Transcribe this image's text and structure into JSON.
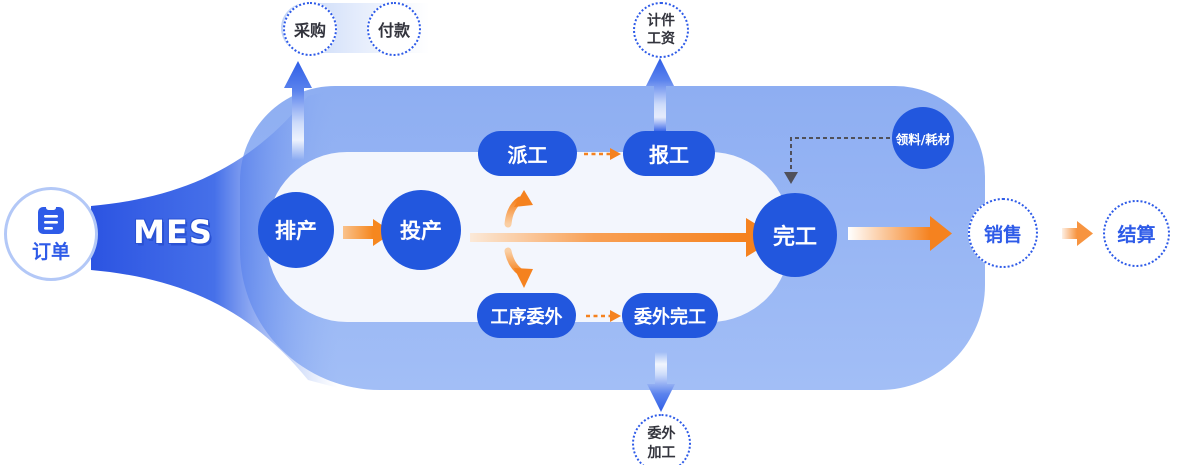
{
  "nodes": {
    "order": {
      "label": "订单"
    },
    "mes": {
      "label": "MES"
    },
    "procurement": {
      "label": "采购"
    },
    "payment": {
      "label": "付款"
    },
    "piece_wage": {
      "line1": "计件",
      "line2": "工资"
    },
    "materials": {
      "label": "领料/耗材"
    },
    "scheduling": {
      "label": "排产"
    },
    "production": {
      "label": "投产"
    },
    "dispatch": {
      "label": "派工"
    },
    "work_report": {
      "label": "报工"
    },
    "process_outsourcing": {
      "label": "工序委外"
    },
    "outsourcing_complete": {
      "label": "委外完工"
    },
    "complete": {
      "label": "完工"
    },
    "sales": {
      "label": "销售"
    },
    "settlement": {
      "label": "结算"
    },
    "outsourced_processing": {
      "line1": "委外",
      "line2": "加工"
    }
  },
  "colors": {
    "node_blue": "#2257DE",
    "funnel_blue": "#2C54E2",
    "blob_light_blue": "#8FAFF2",
    "inner_panel": "#F3F6FD",
    "accent_orange": "#F5821F",
    "dotted_border_blue": "#2E5BE8",
    "dashed_gray": "#50505A",
    "dark_text": "#33343D"
  }
}
